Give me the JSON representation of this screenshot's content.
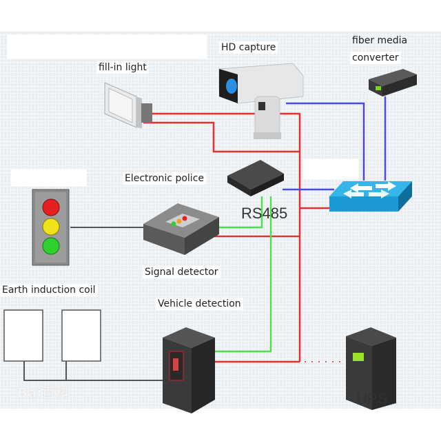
{
  "diagram": {
    "title": "Electronic police system topology",
    "nodes": {
      "fill_in_light": {
        "label": "fill-in light",
        "icon": "floodlight-icon"
      },
      "hd_capture": {
        "label": "HD capture",
        "icon": "cctv-camera-icon"
      },
      "fiber_media_converter": {
        "label_line1": "fiber media",
        "label_line2": "converter",
        "icon": "media-converter-icon"
      },
      "electronic_police": {
        "label": "Electronic police",
        "icon": "host-box-icon"
      },
      "switch": {
        "label": "",
        "icon": "network-switch-icon"
      },
      "traffic_light": {
        "label": "",
        "icon": "traffic-light-icon"
      },
      "signal_detector": {
        "label": "Signal detector",
        "icon": "signal-detector-icon"
      },
      "earth_induction_coil": {
        "label": "Earth induction coil",
        "icon": "coil-icon"
      },
      "vehicle_detection": {
        "label": "Vehicle detection",
        "icon": "cabinet-icon"
      },
      "ups": {
        "label": "UPS",
        "icon": "ups-icon"
      }
    },
    "annotations": {
      "rs485": "RS485",
      "watermark": "Bai百科"
    },
    "wire_colors": {
      "power": "#e53030",
      "network": "#4a4ae6",
      "rs485": "#4fe04f",
      "signal": "#555555"
    },
    "connections": [
      {
        "from": "fill_in_light",
        "to": "power_bus",
        "type": "power"
      },
      {
        "from": "hd_capture",
        "to": "power_bus",
        "type": "power"
      },
      {
        "from": "hd_capture",
        "to": "switch",
        "type": "network"
      },
      {
        "from": "fiber_media_converter",
        "to": "switch",
        "type": "network"
      },
      {
        "from": "electronic_police",
        "to": "switch",
        "type": "network"
      },
      {
        "from": "power_bus",
        "to": "switch",
        "type": "power"
      },
      {
        "from": "power_bus",
        "to": "signal_detector",
        "type": "power"
      },
      {
        "from": "power_bus",
        "to": "vehicle_detection",
        "type": "power"
      },
      {
        "from": "electronic_police",
        "to": "signal_detector",
        "type": "rs485"
      },
      {
        "from": "electronic_police",
        "to": "vehicle_detection",
        "type": "rs485"
      },
      {
        "from": "traffic_light",
        "to": "signal_detector",
        "type": "signal"
      },
      {
        "from": "earth_induction_coil",
        "to": "vehicle_detection",
        "type": "signal"
      },
      {
        "from": "vehicle_detection",
        "to": "ups",
        "type": "dotted"
      }
    ]
  }
}
